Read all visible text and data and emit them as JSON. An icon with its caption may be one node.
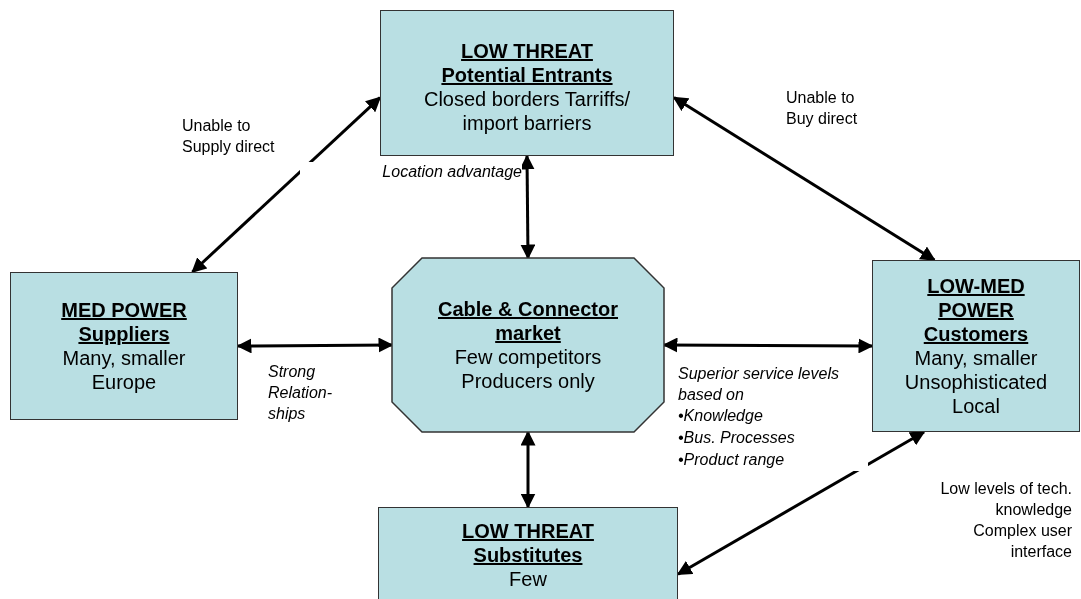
{
  "diagram": {
    "nodes": [
      {
        "text": [
          "LOW THREAT Potential Entrants",
          "Closed borders Tarriffs/ import barriers"
        ]
      },
      {
        "text": [
          "MED POWER Suppliers",
          "Many, smaller Europe"
        ]
      },
      {
        "text": [
          "Cable & Connector market",
          "Few competitors Producers only"
        ]
      },
      {
        "text": [
          "LOW-MED POWER Customers",
          "Many, smaller Unsophisticated Local"
        ]
      },
      {
        "text": [
          "LOW THREAT Substitutes",
          "Few"
        ]
      }
    ],
    "edges": [
      {
        "from": 1,
        "to": 2,
        "arrow": "both",
        "label": "Strong Relation-ships"
      },
      {
        "from": 2,
        "to": 3,
        "arrow": "both",
        "label": "Superior service levels based on"
      },
      {
        "from": 0,
        "to": 2,
        "arrow": "both",
        "label": "Location advantage"
      },
      {
        "from": 2,
        "to": 4,
        "arrow": "both"
      },
      {
        "from": 1,
        "to": 0,
        "arrow": "both",
        "label": "Unable to Supply direct"
      },
      {
        "from": 0,
        "to": 3,
        "arrow": "both",
        "label": "Unable to Buy direct"
      },
      {
        "from": 4,
        "to": 3,
        "arrow": "both",
        "label": "Low levels of tech. knowledge"
      }
    ],
    "labels": [
      "•Knowledge",
      "•Bus. Processes",
      "•Product range",
      "Complex user interface"
    ]
  }
}
